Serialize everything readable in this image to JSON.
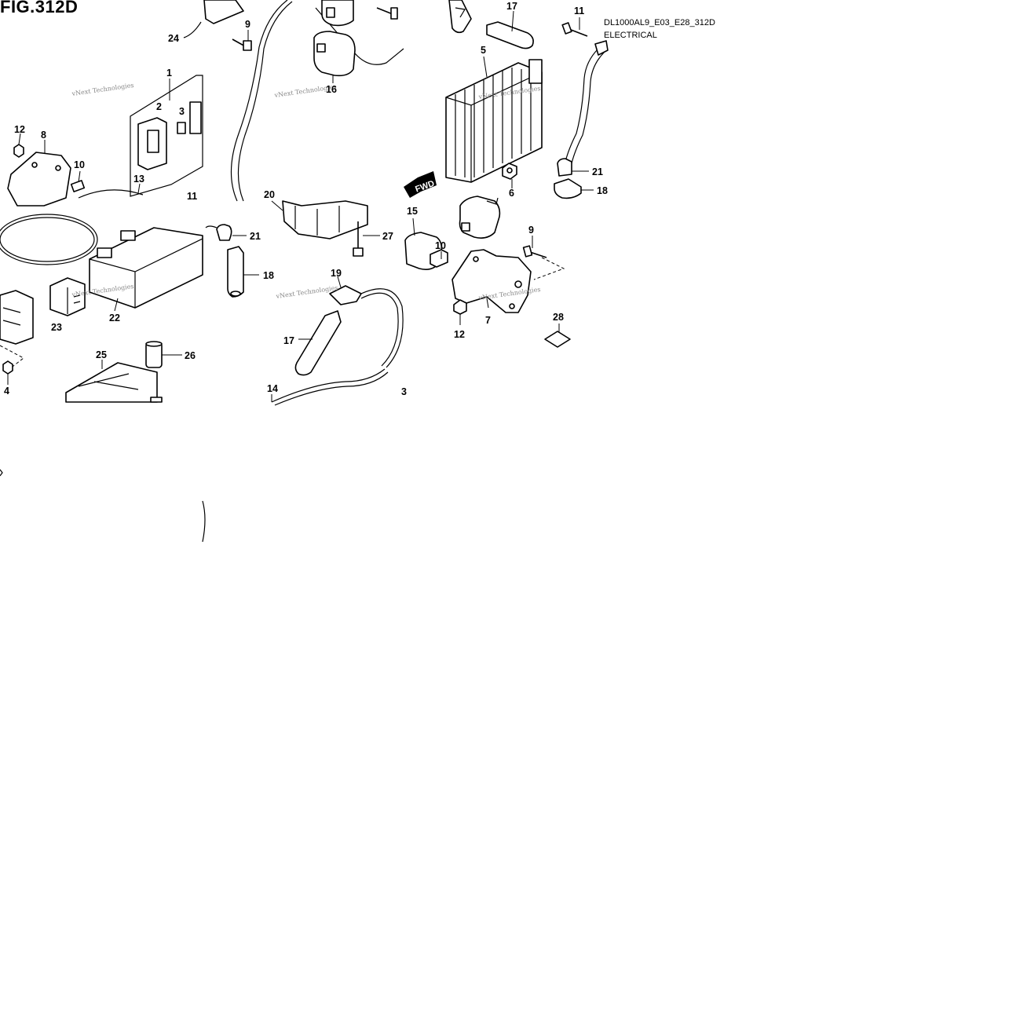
{
  "figure": {
    "title": "FIG.312D",
    "code": "DL1000AL9_E03_E28_312D",
    "section": "ELECTRICAL",
    "watermark": "vNext Technologies",
    "fwd_label": "FWD"
  },
  "callouts": [
    {
      "id": "c1",
      "label": "1"
    },
    {
      "id": "c2",
      "label": "2"
    },
    {
      "id": "c3",
      "label": "3"
    },
    {
      "id": "c4",
      "label": "4"
    },
    {
      "id": "c5",
      "label": "5"
    },
    {
      "id": "c6",
      "label": "6"
    },
    {
      "id": "c7",
      "label": "7"
    },
    {
      "id": "c8",
      "label": "8"
    },
    {
      "id": "c9a",
      "label": "9"
    },
    {
      "id": "c9b",
      "label": "9"
    },
    {
      "id": "c10a",
      "label": "10"
    },
    {
      "id": "c10b",
      "label": "10"
    },
    {
      "id": "c11a",
      "label": "11"
    },
    {
      "id": "c11b",
      "label": "11"
    },
    {
      "id": "c12a",
      "label": "12"
    },
    {
      "id": "c12b",
      "label": "12"
    },
    {
      "id": "c13",
      "label": "13"
    },
    {
      "id": "c14",
      "label": "14"
    },
    {
      "id": "c15",
      "label": "15"
    },
    {
      "id": "c16",
      "label": "16"
    },
    {
      "id": "c17a",
      "label": "17"
    },
    {
      "id": "c17b",
      "label": "17"
    },
    {
      "id": "c18a",
      "label": "18"
    },
    {
      "id": "c18b",
      "label": "18"
    },
    {
      "id": "c19",
      "label": "19"
    },
    {
      "id": "c20",
      "label": "20"
    },
    {
      "id": "c21a",
      "label": "21"
    },
    {
      "id": "c21b",
      "label": "21"
    },
    {
      "id": "c22",
      "label": "22"
    },
    {
      "id": "c23",
      "label": "23"
    },
    {
      "id": "c24",
      "label": "24"
    },
    {
      "id": "c25",
      "label": "25"
    },
    {
      "id": "c26",
      "label": "26"
    },
    {
      "id": "c27",
      "label": "27"
    },
    {
      "id": "c28",
      "label": "28"
    },
    {
      "id": "c3b",
      "label": "3"
    }
  ]
}
